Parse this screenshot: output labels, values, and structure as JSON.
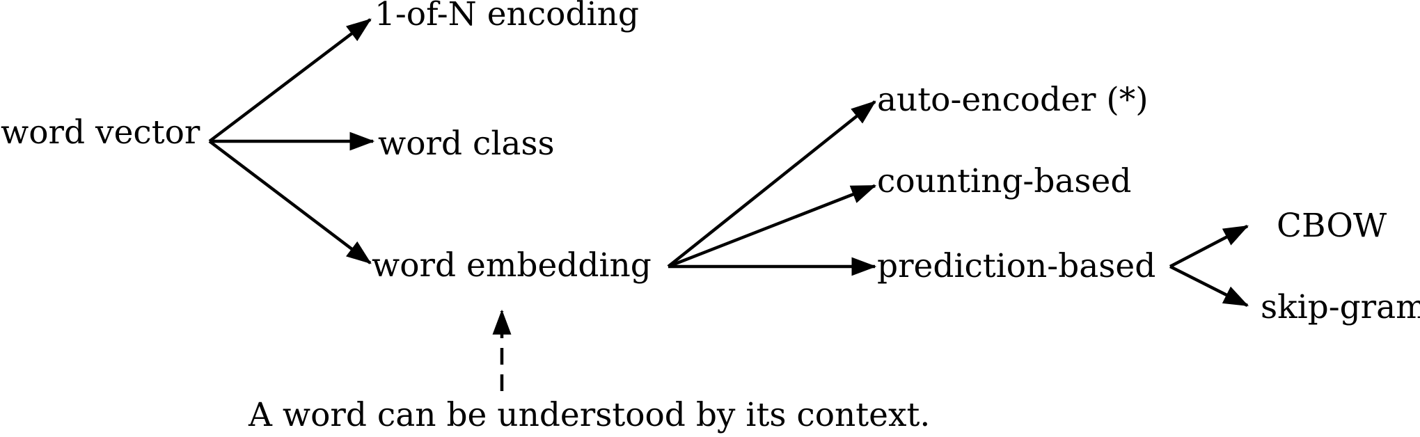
{
  "diagram": {
    "nodes": {
      "word_vector": "word vector",
      "one_of_n": "1-of-N encoding",
      "word_class": "word class",
      "word_embedding": "word embedding",
      "auto_encoder": "auto-encoder (*)",
      "counting_based": "counting-based",
      "prediction_based": "prediction-based",
      "cbow": "CBOW",
      "skip_gram": "skip-gram"
    },
    "note": "A word can be understood by its context."
  },
  "colors": {
    "ink": "#000000",
    "background": "#ffffff"
  }
}
